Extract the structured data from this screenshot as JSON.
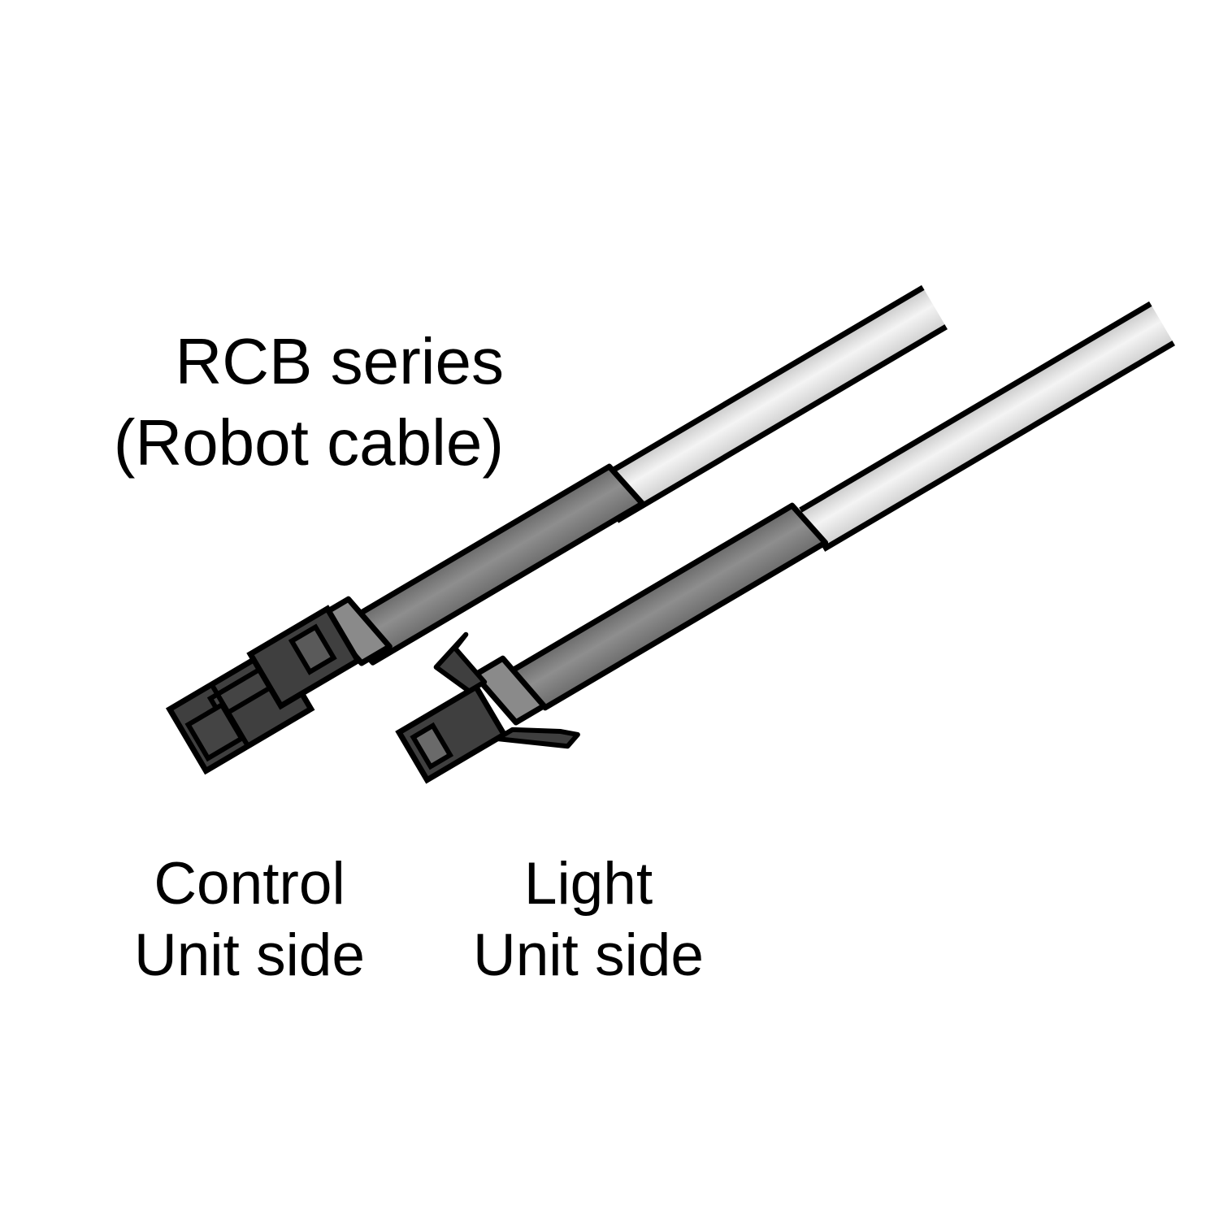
{
  "title": {
    "line1": "RCB series",
    "line2": "(Robot cable)"
  },
  "labels": {
    "control_unit": {
      "line1": "Control",
      "line2": "Unit side"
    },
    "light_unit": {
      "line1": "Light",
      "line2": "Unit side"
    }
  },
  "colors": {
    "cable_light_gray": "#dcdcdc",
    "sleeve_dark_gray": "#7a7a7a",
    "connector_charcoal": "#3f3f3f",
    "outline": "#000000",
    "background": "#ffffff"
  },
  "icons": {
    "control_unit_connector": "female-connector-icon",
    "light_unit_connector": "male-latch-connector-icon"
  }
}
